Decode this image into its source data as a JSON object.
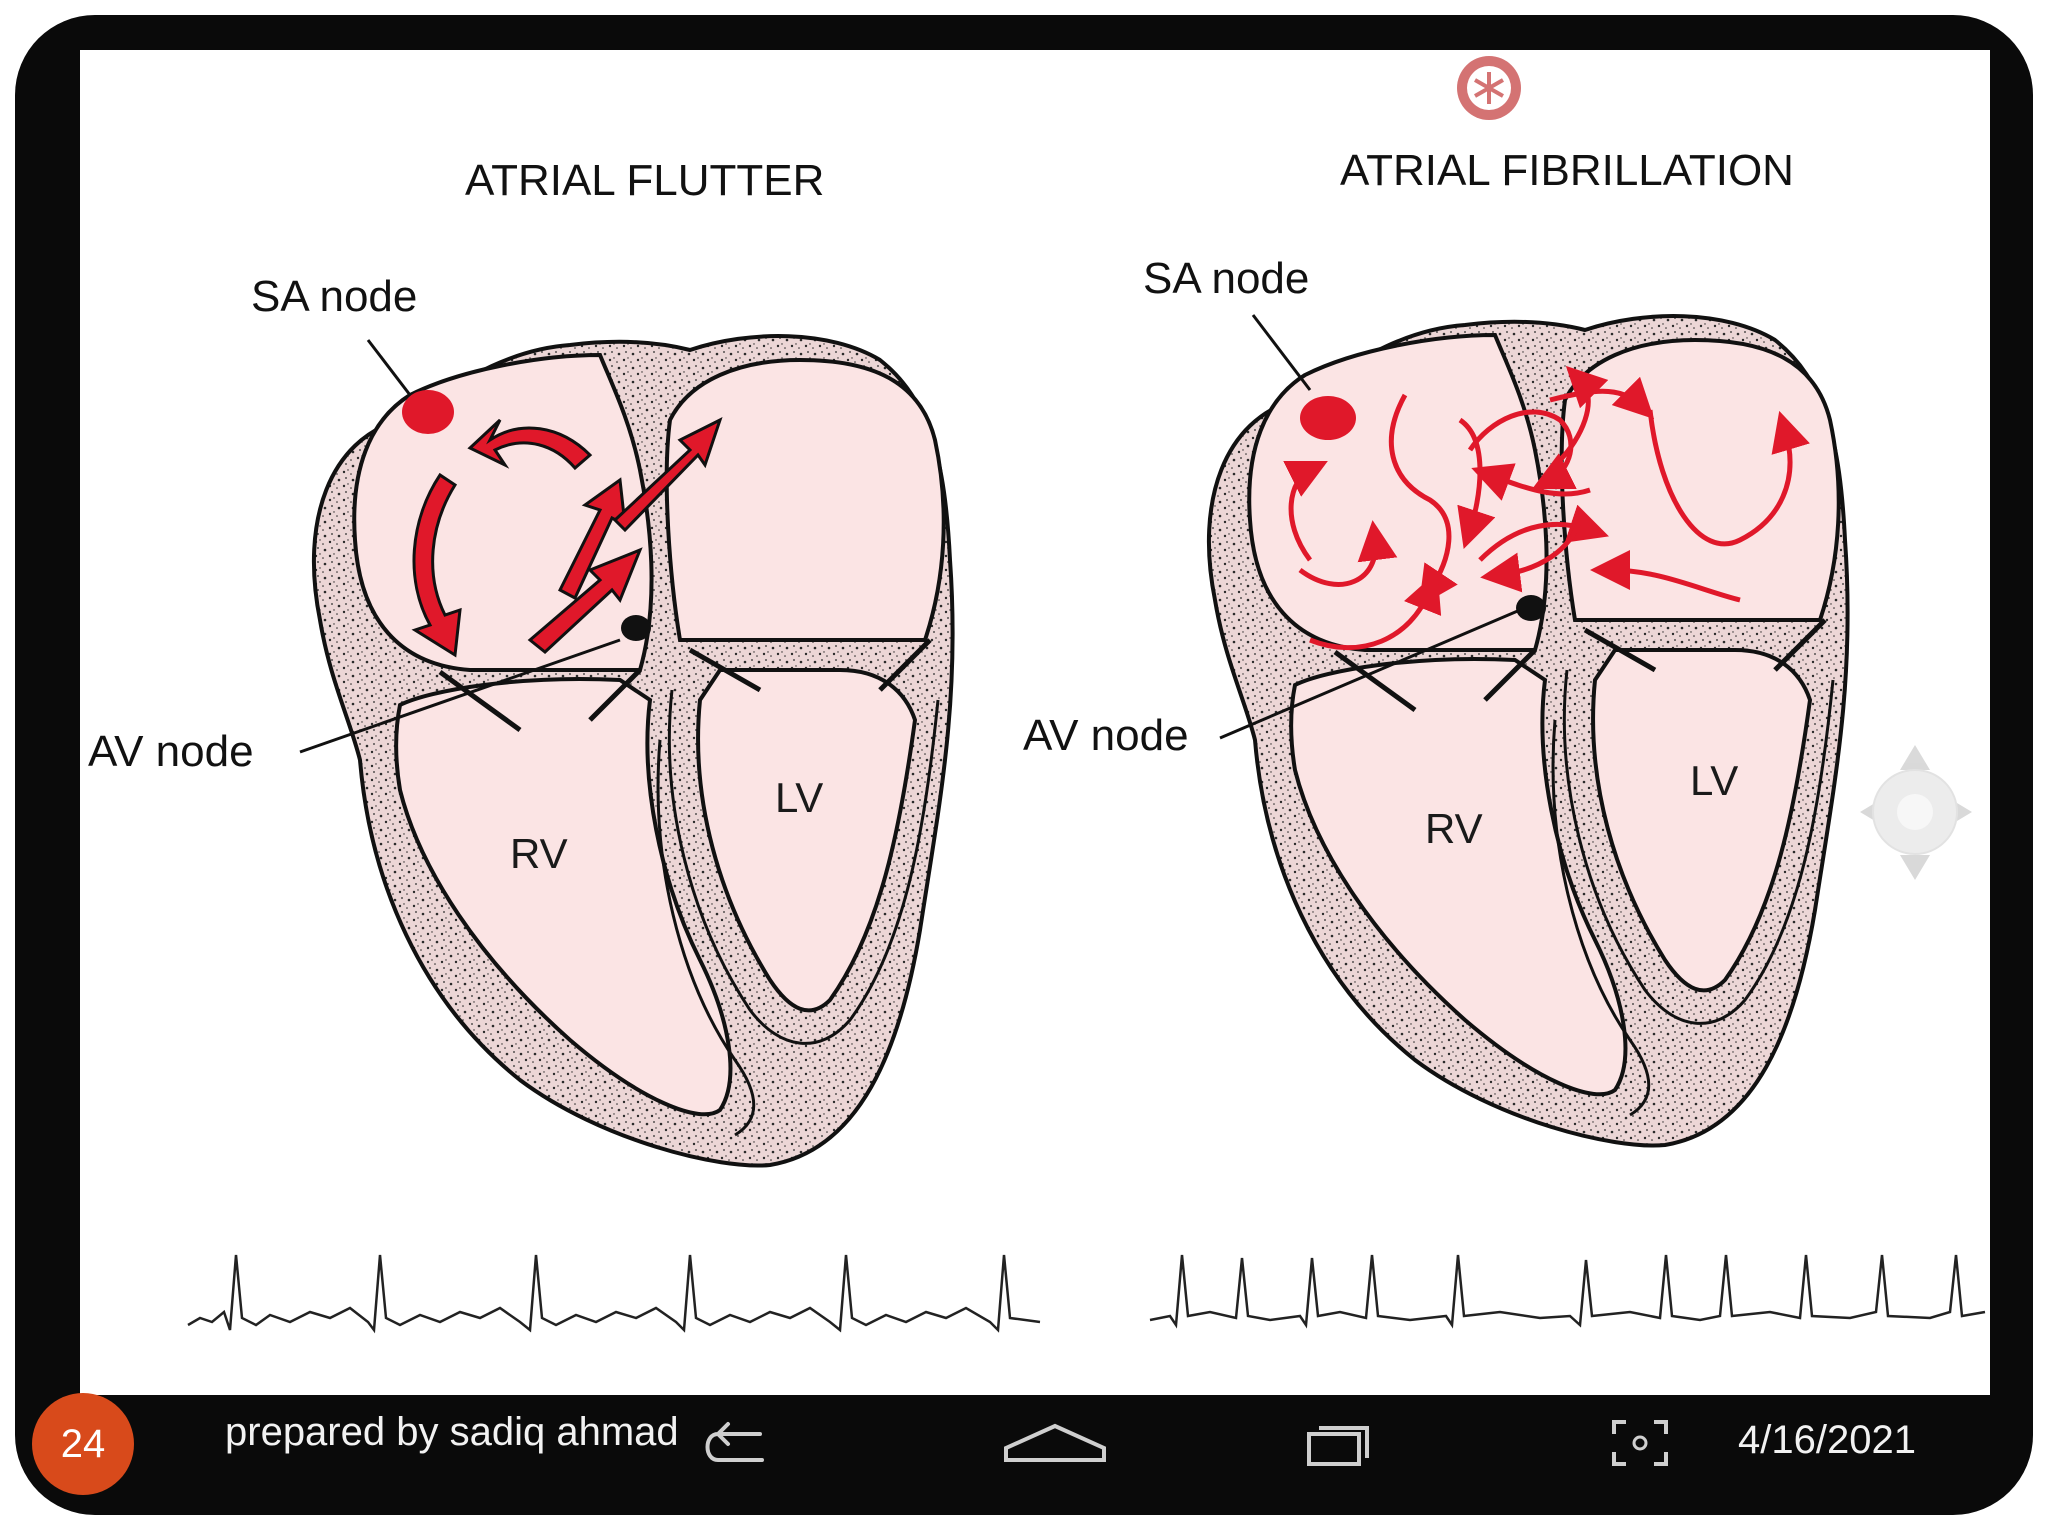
{
  "slide": {
    "left_panel": {
      "title": "ATRIAL FLUTTER",
      "sa_label": "SA node",
      "av_label": "AV node",
      "rv_label": "RV",
      "lv_label": "LV"
    },
    "right_panel": {
      "title": "ATRIAL FIBRILLATION",
      "sa_label": "SA node",
      "av_label": "AV node",
      "rv_label": "RV",
      "lv_label": "LV"
    }
  },
  "footer": {
    "slide_number": "24",
    "author": "prepared by sadiq ahmad",
    "date": "4/16/2021"
  },
  "colors": {
    "accent": "#d84a1b",
    "chamber_fill": "#fbe4e4",
    "wall_fill": "#ecd6d6",
    "arrow_red": "#e0182a"
  },
  "icons": {
    "snowflake": "snowflake-icon",
    "back": "back-arrow-icon",
    "home": "home-icon",
    "recents": "recent-apps-icon",
    "screenshot": "screenshot-icon",
    "joystick": "dpad-icon"
  }
}
